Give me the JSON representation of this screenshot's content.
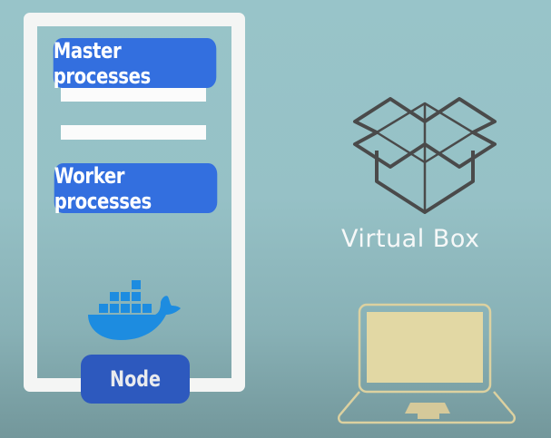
{
  "diagram": {
    "node": {
      "label": "Node",
      "components": [
        {
          "label": "Master processes"
        },
        {
          "label": "Worker processes"
        }
      ],
      "runtime_icon": "docker-whale-icon"
    },
    "virtualization": {
      "label": "Virtual Box",
      "icon": "open-box-icon"
    },
    "host": {
      "icon": "laptop-icon"
    },
    "colors": {
      "pill_blue": "#336fdf",
      "node_blue": "#2d59be",
      "docker_blue": "#1d8ce0",
      "laptop_beige": "#e2d8a4",
      "box_stroke": "#4a4a4a",
      "server_frame": "#f4f5f4"
    }
  }
}
